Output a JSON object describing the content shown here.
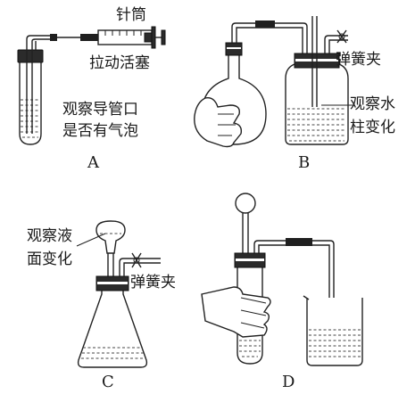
{
  "labels": {
    "syringe": "针筒",
    "pull_piston": "拉动活塞",
    "observe_tube_line1": "观察导管口",
    "observe_tube_line2": "是否有气泡",
    "observe_column_line1": "观察水",
    "observe_column_line2": "柱变化",
    "clip_b": "弹簧夹",
    "observe_liquid_line1": "观察液",
    "observe_liquid_line2": "面变化",
    "clip_c": "弹簧夹"
  },
  "panels": {
    "a": "A",
    "b": "B",
    "c": "C",
    "d": "D"
  }
}
